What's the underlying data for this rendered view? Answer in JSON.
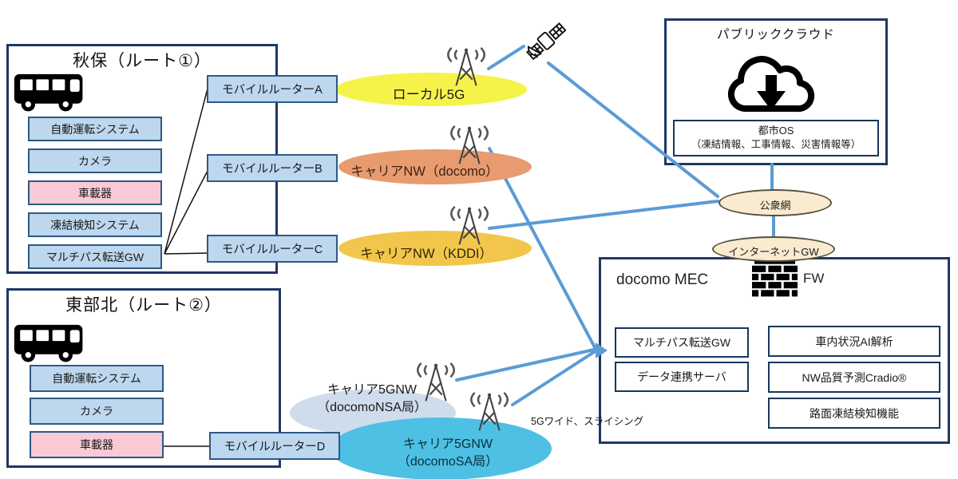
{
  "akiu": {
    "title": "秋保（ルート①）",
    "systems": [
      "自動運転システム",
      "カメラ",
      "車載器",
      "凍結検知システム",
      "マルチパス転送GW"
    ]
  },
  "tobukita": {
    "title": "東部北（ルート②）",
    "systems": [
      "自動運転システム",
      "カメラ",
      "車載器"
    ]
  },
  "routers": [
    "モバイルルーターA",
    "モバイルルーターB",
    "モバイルルーターC",
    "モバイルルーターD"
  ],
  "networks": {
    "local5g": "ローカル5G",
    "docomo": "キャリアNW（docomo）",
    "kddi": "キャリアNW（KDDI）",
    "nsa_line1": "キャリア5GNW",
    "nsa_line2": "（docomoNSA局）",
    "sa_line1": "キャリア5GNW",
    "sa_line2": "（docomoSA局）",
    "public": "公衆網",
    "internet_gw": "インターネットGW"
  },
  "cloud": {
    "title": "パブリッククラウド",
    "os_title": "都市OS",
    "os_detail": "（凍結情報、工事情報、災害情報等）"
  },
  "mec": {
    "title": "docomo MEC",
    "fw_label": "FW",
    "left": [
      "マルチパス転送GW",
      "データ連携サーバ"
    ],
    "right": [
      "車内状況AI解析",
      "NW品質予測Cradio®",
      "路面凍結検知機能"
    ]
  },
  "annotation": {
    "slicing": "5Gワイド、スライシング"
  },
  "colors": {
    "line_blue": "#5b9bd5",
    "navy_border": "#1f3864",
    "box_blue": "#bdd7ee",
    "box_pink": "#f9cad6",
    "local5g_yellow": "#f5f349",
    "docomo_orange": "#e89b6e",
    "kddi_gold": "#f2c64a",
    "nsa_pale": "#cbd9ea",
    "sa_blue": "#4ec0e4",
    "cream": "#faebd0"
  }
}
